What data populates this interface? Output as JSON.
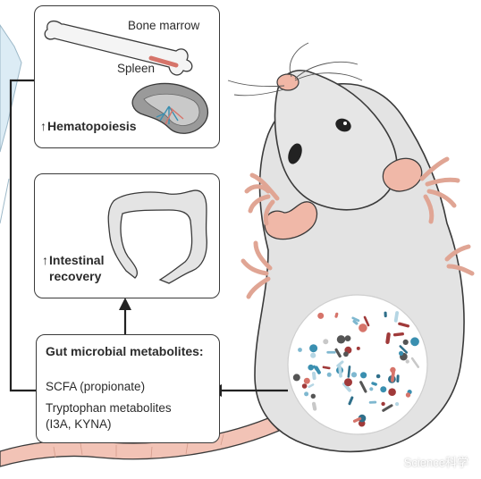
{
  "hematopoiesis_box": {
    "bone_marrow_label": "Bone marrow",
    "spleen_label": "Spleen",
    "arrow_symbol": "↑",
    "title": "Hematopoiesis"
  },
  "intestinal_box": {
    "arrow_symbol": "↑",
    "title_line1": "Intestinal",
    "title_line2": "recovery"
  },
  "metabolites_box": {
    "title": "Gut microbial metabolites:",
    "item1": "SCFA (propionate)",
    "item2_line1": "Tryptophan metabolites",
    "item2_line2": "(I3A, KYNA)"
  },
  "watermark": {
    "text": "Science科学",
    "icon": "wechat-icon"
  },
  "colors": {
    "outline": "#3a3a3a",
    "mouse_body": "#e3e3e3",
    "mouse_pink": "#f0b8a8",
    "sky_left": "#dfeef6",
    "microbiome_bg": "#ffffff"
  }
}
